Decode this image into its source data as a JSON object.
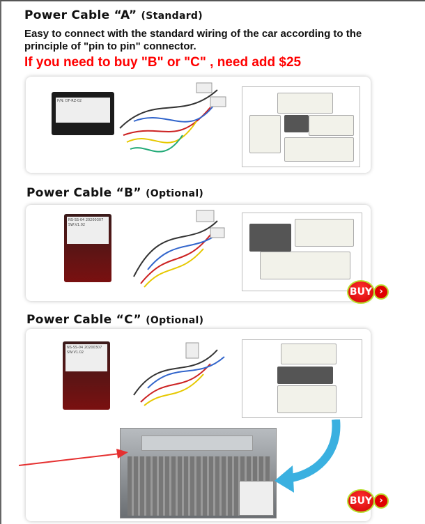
{
  "section_a": {
    "title": "Power Cable “A”",
    "subtitle": "(Standard)",
    "description": "Easy to connect with the standard wiring of the car according to the principle of \"pin to pin\" connector.",
    "note": "If you need to buy \"B\" or \"C\" , need add $25",
    "module_label": "P/N: DF-RZ-02"
  },
  "section_b": {
    "title": "Power Cable “B”",
    "subtitle": "(Optional)",
    "module_label": "NS-SS-04 20200307 SW:V1.02",
    "buy_label": "BUY",
    "buy_arrow": "›"
  },
  "section_c": {
    "title": "Power Cable “C”",
    "subtitle": "(Optional)",
    "module_label": "NS-SS-04 20200307 SW:V1.02",
    "buy_label": "BUY",
    "buy_arrow": "›"
  },
  "colors": {
    "note": "#ff0000",
    "buy": "#e00000",
    "buy_ring": "#b8e030",
    "arrow_red": "#e53030",
    "arrow_blue": "#3ab0e0"
  }
}
